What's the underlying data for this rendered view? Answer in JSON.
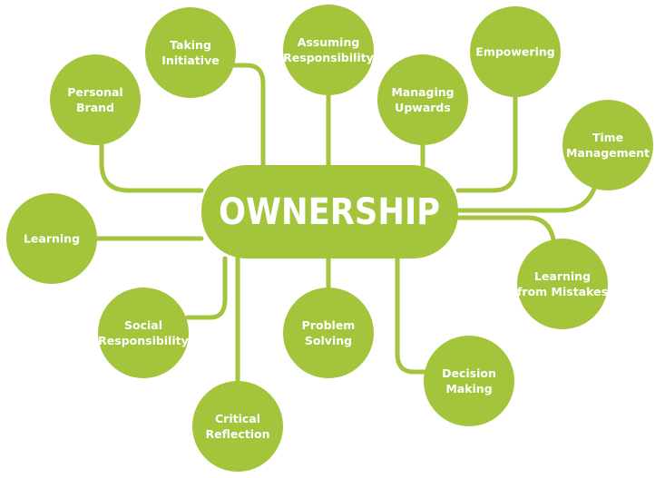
{
  "theme": {
    "green": "#a4c43c",
    "text": "#ffffff",
    "background": "#ffffff"
  },
  "center": {
    "label": "OWNERSHIP"
  },
  "nodes": [
    {
      "id": "personal-brand",
      "lines": [
        "Personal",
        "Brand"
      ]
    },
    {
      "id": "taking-initiative",
      "lines": [
        "Taking",
        "Initiative"
      ]
    },
    {
      "id": "assuming-responsibility",
      "lines": [
        "Assuming",
        "Responsibility"
      ]
    },
    {
      "id": "managing-upwards",
      "lines": [
        "Managing",
        "Upwards"
      ]
    },
    {
      "id": "empowering",
      "lines": [
        "Empowering"
      ]
    },
    {
      "id": "time-management",
      "lines": [
        "Time",
        "Management"
      ]
    },
    {
      "id": "learning",
      "lines": [
        "Learning"
      ]
    },
    {
      "id": "learning-from-mistakes",
      "lines": [
        "Learning",
        "from Mistakes"
      ]
    },
    {
      "id": "social-responsibility",
      "lines": [
        "Social",
        "Responsibility"
      ]
    },
    {
      "id": "problem-solving",
      "lines": [
        "Problem",
        "Solving"
      ]
    },
    {
      "id": "decision-making",
      "lines": [
        "Decision",
        "Making"
      ]
    },
    {
      "id": "critical-reflection",
      "lines": [
        "Critical",
        "Reflection"
      ]
    }
  ]
}
